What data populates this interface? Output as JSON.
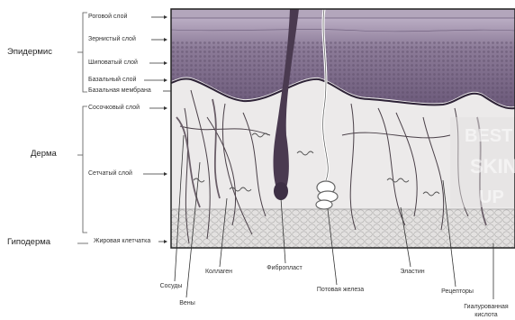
{
  "main_layers": {
    "epidermis": "Эпидермис",
    "dermis": "Дерма",
    "hypodermis": "Гиподерма"
  },
  "layer_labels": {
    "horny": "Роговой слой",
    "granular": "Зернистый слой",
    "spinous": "Шиповатый слой",
    "basal": "Базальный слой",
    "basal_membrane": "Базальная мембрана",
    "papillary": "Сосочковый слой",
    "reticular": "Сетчатый слой",
    "fat": "Жировая клетчатка"
  },
  "structure_labels": {
    "vessels": "Сосуды",
    "veins": "Вены",
    "collagen": "Коллаген",
    "fibroblast": "Фибропласт",
    "sweat_gland": "Потовая железа",
    "elastin": "Эластин",
    "receptors": "Рецепторы",
    "hyaluronic_line1": "Гиалурованная",
    "hyaluronic_line2": "кислота"
  },
  "colors": {
    "epidermis": "#7a6a86",
    "dermis": "#e9e6e6",
    "fat": "#d8d6d4",
    "lines": "#333333"
  }
}
